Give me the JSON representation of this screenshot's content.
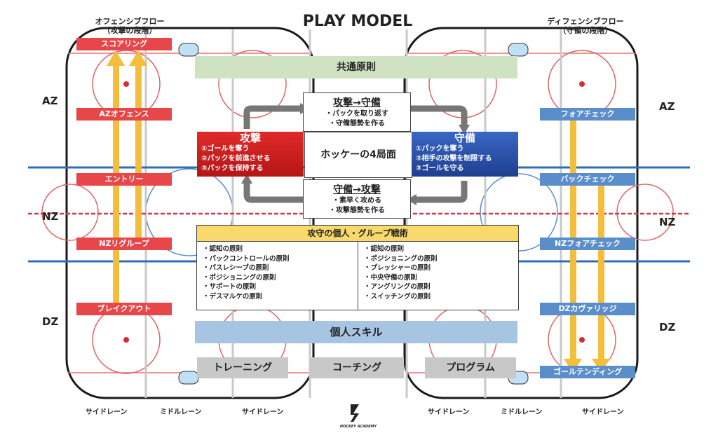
{
  "title": "PLAY MODEL",
  "offense_phase": {
    "line1": "オフェンシブフロー",
    "line2": "（攻撃の段階）"
  },
  "defense_phase": {
    "line1": "ディフェンシブフロー",
    "line2": "（守備の段階）"
  },
  "zones": {
    "az": "AZ",
    "nz": "NZ",
    "dz": "DZ"
  },
  "offense_labels": [
    "スコアリング",
    "AZオフェンス",
    "エントリー",
    "NZリグループ",
    "ブレイクアウト"
  ],
  "defense_labels": [
    "フォアチェック",
    "バックチェック",
    "NZフォアチェック",
    "DZカヴァリッジ",
    "ゴールテンディング"
  ],
  "common_rules": "共通原則",
  "attack": {
    "title": "攻撃",
    "items": [
      "①ゴールを奪う",
      "②パックを前進させる",
      "③パックを保持する"
    ]
  },
  "defense": {
    "title": "守備",
    "items": [
      "①パックを奪う",
      "②相手の攻撃を制限する",
      "③ゴールを守る"
    ]
  },
  "center": "ホッケーの4局面",
  "transition_ad": {
    "title": "攻撃→守備",
    "items": [
      "・パックを取り返す",
      "・守備態勢を作る"
    ]
  },
  "transition_da": {
    "title": "守備→攻撃",
    "items": [
      "・素早く攻める",
      "・攻撃態勢を作る"
    ]
  },
  "tactics": {
    "title": "攻守の個人・グループ戦術",
    "left": [
      "・認知の原則",
      "・パックコントロールの原則",
      "・パスレシーブの原則",
      "・ポジショニングの原則",
      "・サポートの原則",
      "・デスマルケの原則"
    ],
    "right": [
      "・認知の原則",
      "・ポジショニングの原則",
      "・プレッシャーの原則",
      "・中央守備の原則",
      "・アングリングの原則",
      "・スイッチングの原則"
    ]
  },
  "skills": "個人スキル",
  "buttons": {
    "training": "トレーニング",
    "coaching": "コーチング",
    "program": "プログラム"
  },
  "lanes": {
    "side": "サイドレーン",
    "middle": "ミドルレーン"
  },
  "logo_text": "HOCKEY ACADEMY",
  "colors": {
    "offense": "#e8474a",
    "defense": "#5a8ecb",
    "arrow": "#f5bd3c",
    "common": "#cfe3c2",
    "skills": "#a8c4e3",
    "tactics": "#f9d96b",
    "attack_box": "#d42121",
    "defense_box": "#2f56b0",
    "line_blue": "#2c6fb8",
    "line_red": "#d2394b"
  }
}
